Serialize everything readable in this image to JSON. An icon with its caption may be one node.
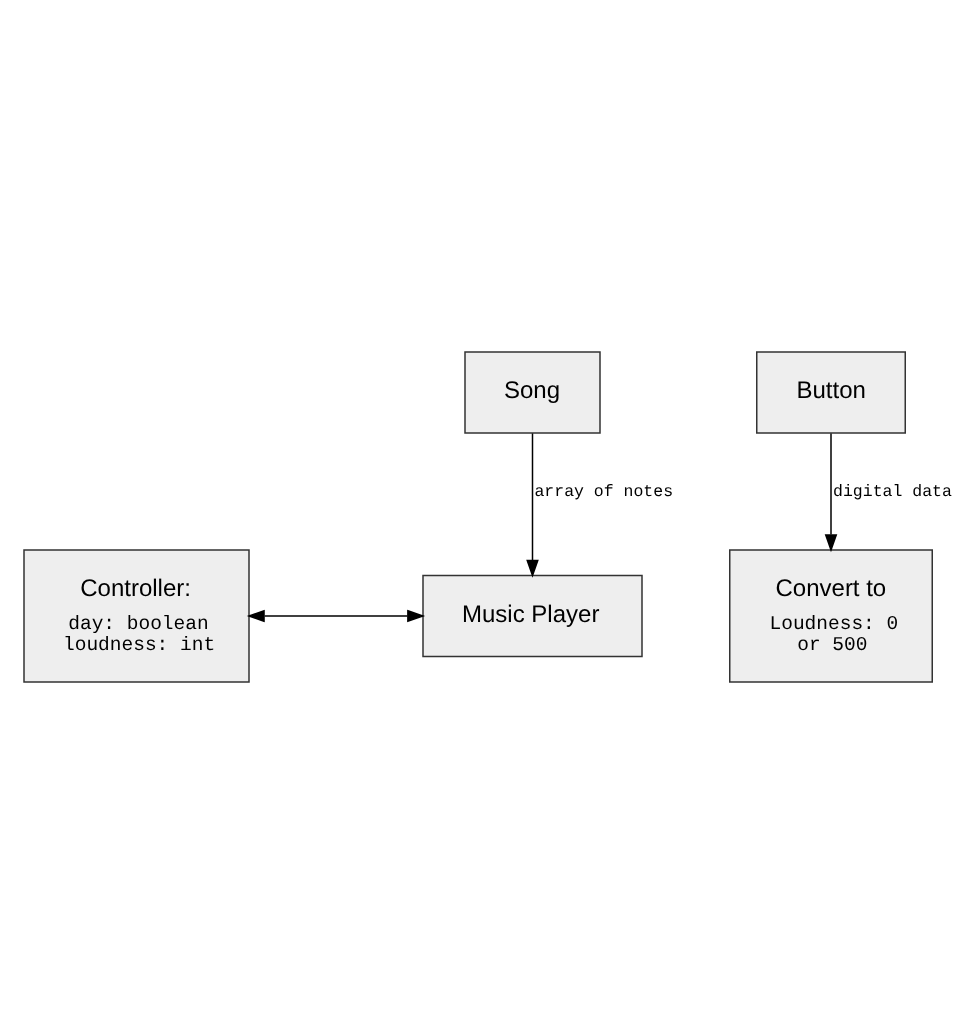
{
  "diagram": {
    "nodes": [
      {
        "text": [
          "Song"
        ]
      },
      {
        "text": [
          "Controller:",
          "day: boolean loudness: int"
        ]
      },
      {
        "text": [
          "Music Player"
        ]
      },
      {
        "text": [
          "Button"
        ]
      },
      {
        "text": [
          "Convert to",
          "Loudness: 0 or 500"
        ]
      }
    ],
    "edges": [
      {
        "from": 0,
        "to": 2,
        "arrow": "to",
        "label": "array of notes"
      },
      {
        "from": 1,
        "to": 2,
        "arrow": "both"
      },
      {
        "from": 3,
        "to": 4,
        "arrow": "to",
        "label": "digital data"
      }
    ]
  }
}
